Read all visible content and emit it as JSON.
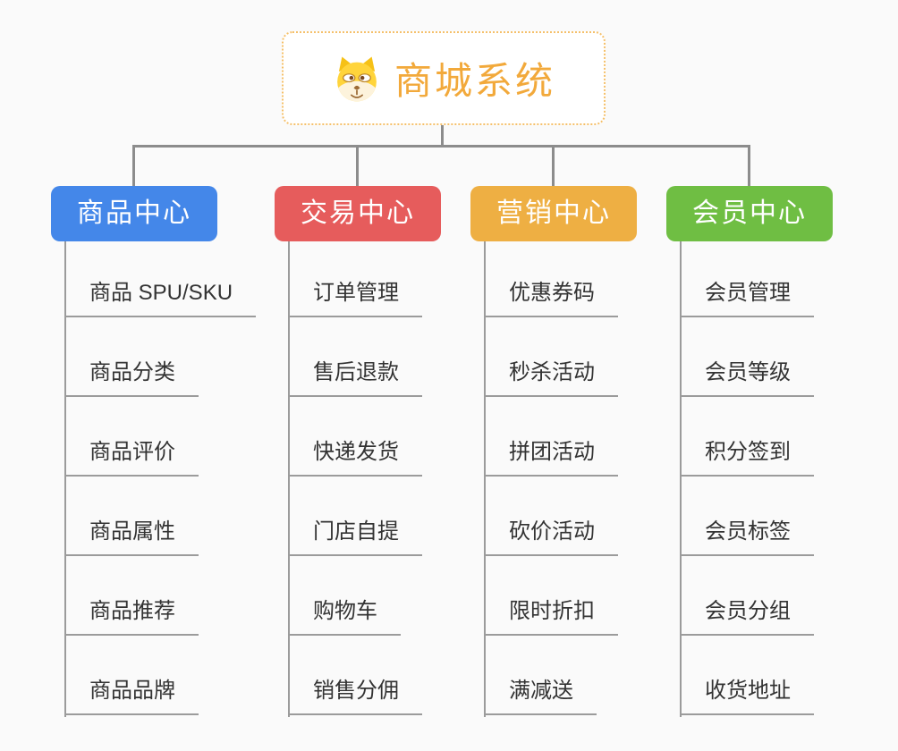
{
  "root": {
    "title": "商城系统",
    "icon": "dog-icon",
    "text_color": "#F2A93B",
    "border_color": "#F5C06A"
  },
  "connector_color": "#8C8C8C",
  "child_line_color": "#9B9B9B",
  "background_color": "#FAFAFA",
  "branches": [
    {
      "label": "商品中心",
      "color": "#4487E9",
      "children": [
        "商品 SPU/SKU",
        "商品分类",
        "商品评价",
        "商品属性",
        "商品推荐",
        "商品品牌"
      ]
    },
    {
      "label": "交易中心",
      "color": "#E65C5C",
      "children": [
        "订单管理",
        "售后退款",
        "快递发货",
        "门店自提",
        "购物车",
        "销售分佣"
      ]
    },
    {
      "label": "营销中心",
      "color": "#EEAF43",
      "children": [
        "优惠券码",
        "秒杀活动",
        "拼团活动",
        "砍价活动",
        "限时折扣",
        "满减送"
      ]
    },
    {
      "label": "会员中心",
      "color": "#6FBE43",
      "children": [
        "会员管理",
        "会员等级",
        "积分签到",
        "会员标签",
        "会员分组",
        "收货地址"
      ]
    }
  ]
}
